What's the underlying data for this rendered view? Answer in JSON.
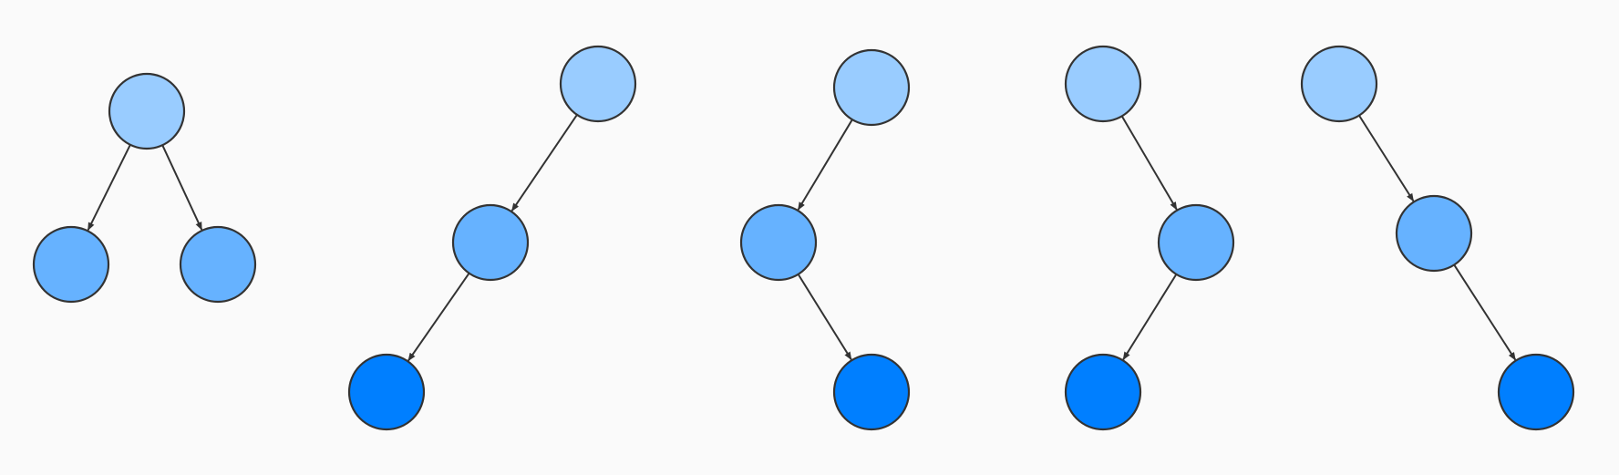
{
  "diagram": {
    "colors": {
      "background": "#fafafa",
      "stroke": "#333333",
      "level_0": "#99ccff",
      "level_1": "#66b2ff",
      "level_2": "#007fff"
    },
    "trees": [
      {
        "id": "balanced-tree",
        "nodes": [
          {
            "id": "root",
            "level": 0
          },
          {
            "id": "left-child",
            "level": 1
          },
          {
            "id": "right-child",
            "level": 1
          }
        ],
        "edges": [
          {
            "from": "root",
            "to": "left-child"
          },
          {
            "from": "root",
            "to": "right-child"
          }
        ]
      },
      {
        "id": "left-left-chain",
        "nodes": [
          {
            "id": "root",
            "level": 0
          },
          {
            "id": "left-child",
            "level": 1
          },
          {
            "id": "left-grandchild",
            "level": 2
          }
        ],
        "edges": [
          {
            "from": "root",
            "to": "left-child"
          },
          {
            "from": "left-child",
            "to": "left-grandchild"
          }
        ]
      },
      {
        "id": "left-right-chain",
        "nodes": [
          {
            "id": "root",
            "level": 0
          },
          {
            "id": "left-child",
            "level": 1
          },
          {
            "id": "right-grandchild",
            "level": 2
          }
        ],
        "edges": [
          {
            "from": "root",
            "to": "left-child"
          },
          {
            "from": "left-child",
            "to": "right-grandchild"
          }
        ]
      },
      {
        "id": "right-left-chain",
        "nodes": [
          {
            "id": "root",
            "level": 0
          },
          {
            "id": "right-child",
            "level": 1
          },
          {
            "id": "left-grandchild",
            "level": 2
          }
        ],
        "edges": [
          {
            "from": "root",
            "to": "right-child"
          },
          {
            "from": "right-child",
            "to": "left-grandchild"
          }
        ]
      },
      {
        "id": "right-right-chain",
        "nodes": [
          {
            "id": "root",
            "level": 0
          },
          {
            "id": "right-child",
            "level": 1
          },
          {
            "id": "right-grandchild",
            "level": 2
          }
        ],
        "edges": [
          {
            "from": "root",
            "to": "right-child"
          },
          {
            "from": "right-child",
            "to": "right-grandchild"
          }
        ]
      }
    ]
  }
}
